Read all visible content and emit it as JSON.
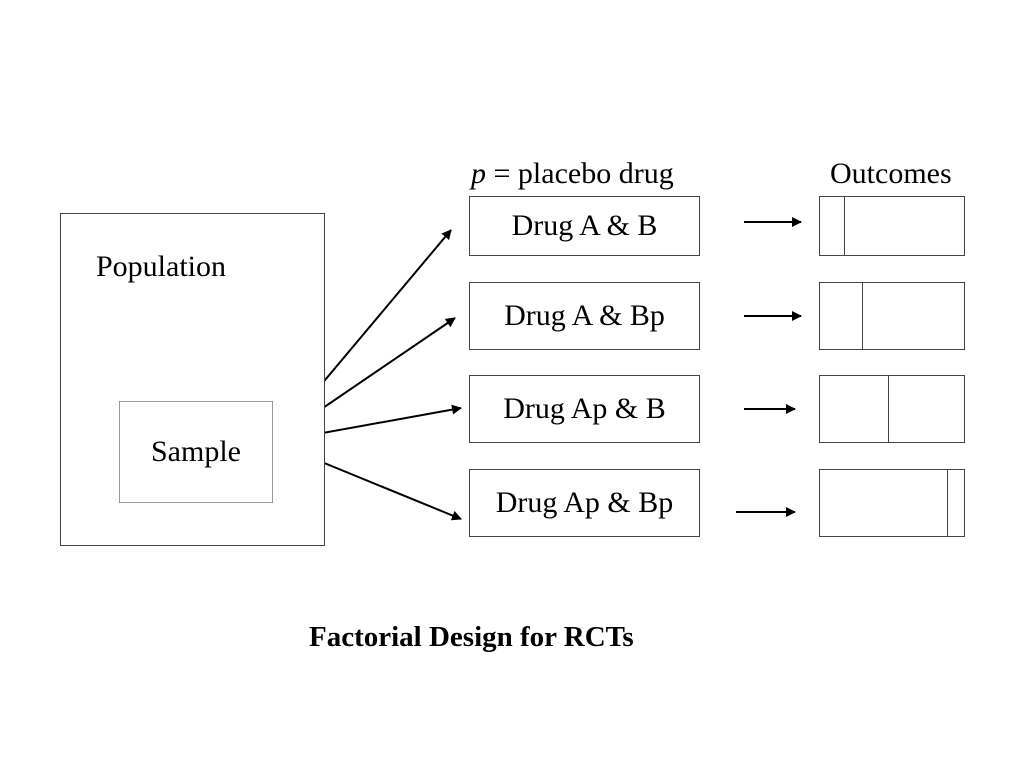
{
  "population_label": "Population",
  "sample_label": "Sample",
  "legend": {
    "symbol": "p",
    "text": " = placebo drug"
  },
  "outcomes_header": "Outcomes",
  "groups": [
    {
      "label": "Drug A & B",
      "outcome_split": 0.17
    },
    {
      "label": "Drug A & Bp",
      "outcome_split": 0.29
    },
    {
      "label": "Drug Ap & B",
      "outcome_split": 0.47
    },
    {
      "label": "Drug Ap & Bp",
      "outcome_split": 0.88
    }
  ],
  "caption": "Factorial Design for RCTs"
}
